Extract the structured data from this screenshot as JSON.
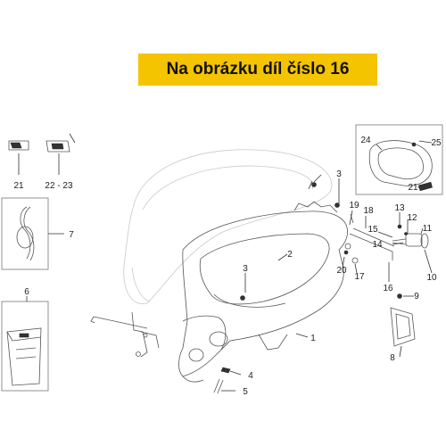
{
  "banner": {
    "text": "Na obrázku díl číslo 16",
    "color": "#f5c400"
  },
  "callouts": {
    "c21a": "21",
    "c22_23": "22 - 23",
    "c7": "7",
    "c6": "6",
    "c24": "24",
    "c25": "25",
    "c21b": "21",
    "c3a": "3",
    "c3b": "3",
    "c2": "2",
    "c1": "1",
    "c19": "19",
    "c18": "18",
    "c13": "13",
    "c12": "12",
    "c11": "11",
    "c15": "15",
    "c14": "14",
    "c20": "20",
    "c17": "17",
    "c16": "16",
    "c10": "10",
    "c9": "9",
    "c8": "8",
    "c4": "4",
    "c5": "5"
  }
}
